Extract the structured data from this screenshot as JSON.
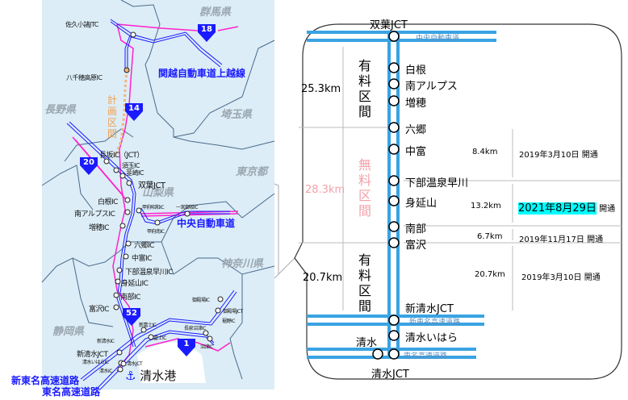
{
  "map": {
    "prefectures": [
      "群馬県",
      "長野県",
      "埼玉県",
      "東京都",
      "山梨県",
      "神奈川県",
      "静岡県"
    ],
    "route_numbers": [
      "18",
      "14",
      "20",
      "52",
      "1"
    ],
    "expressways": [
      "関越自動車道上越線",
      "中央自動車道",
      "新東名高速道路",
      "東名高速道路"
    ],
    "planned_section": "計画区間",
    "port": "清水港",
    "interchanges": [
      "佐久小諸JTC",
      "八千穂高原IC",
      "長坂IC（JCT）",
      "須玉IC",
      "韮崎IC",
      "双葉JCT",
      "白根IC",
      "南アルプスIC",
      "増穂IC",
      "甲府昭和IC",
      "一宮御坂IC",
      "甲府南IC",
      "六郷IC",
      "中富IC",
      "下部温泉早川IC",
      "身延山IC",
      "南部IC",
      "富沢IC",
      "御殿場IC",
      "御殿場JCT",
      "裾野IC",
      "新富士IC",
      "長泉沼津IC",
      "新清水IC",
      "富士IC",
      "沼津IC",
      "新清水JCT",
      "清水いはらIC",
      "清水JCT",
      "清水IC"
    ],
    "colors": {
      "land": "#dcedf7",
      "expressway": "#1a1aff",
      "national_road": "#ff22cc",
      "planned": "#f5b27a",
      "border": "#4a6a8a"
    }
  },
  "diagram": {
    "top_highway": "中央自動車道",
    "mid_highway": "新東名高速道路",
    "bottom_highway": "東名高速道路",
    "stations": [
      "双葉JCT",
      "白根",
      "南アルプス",
      "増穂",
      "六郷",
      "中富",
      "下部温泉早川",
      "身延山",
      "南部",
      "富沢",
      "新清水JCT",
      "清水いはら",
      "清水JCT",
      "清水"
    ],
    "sections": [
      {
        "label": "有料区間",
        "distance": "25.3km"
      },
      {
        "label": "無料区間",
        "distance": "28.3km"
      },
      {
        "label": "有料区間",
        "distance": "20.7km"
      }
    ],
    "openings": [
      {
        "distance": "8.4km",
        "date": "2019年3月10日",
        "suffix": "開通"
      },
      {
        "distance": "13.2km",
        "date": "2021年8月29日",
        "suffix": "開通",
        "highlight": "#00ffff"
      },
      {
        "distance": "6.7km",
        "date": "2019年11月17日",
        "suffix": "開通"
      },
      {
        "distance": "20.7km",
        "date": "2019年3月10日",
        "suffix": "開通"
      }
    ],
    "colors": {
      "line": "#3aa3e3",
      "free": "#f4a0a8"
    }
  }
}
